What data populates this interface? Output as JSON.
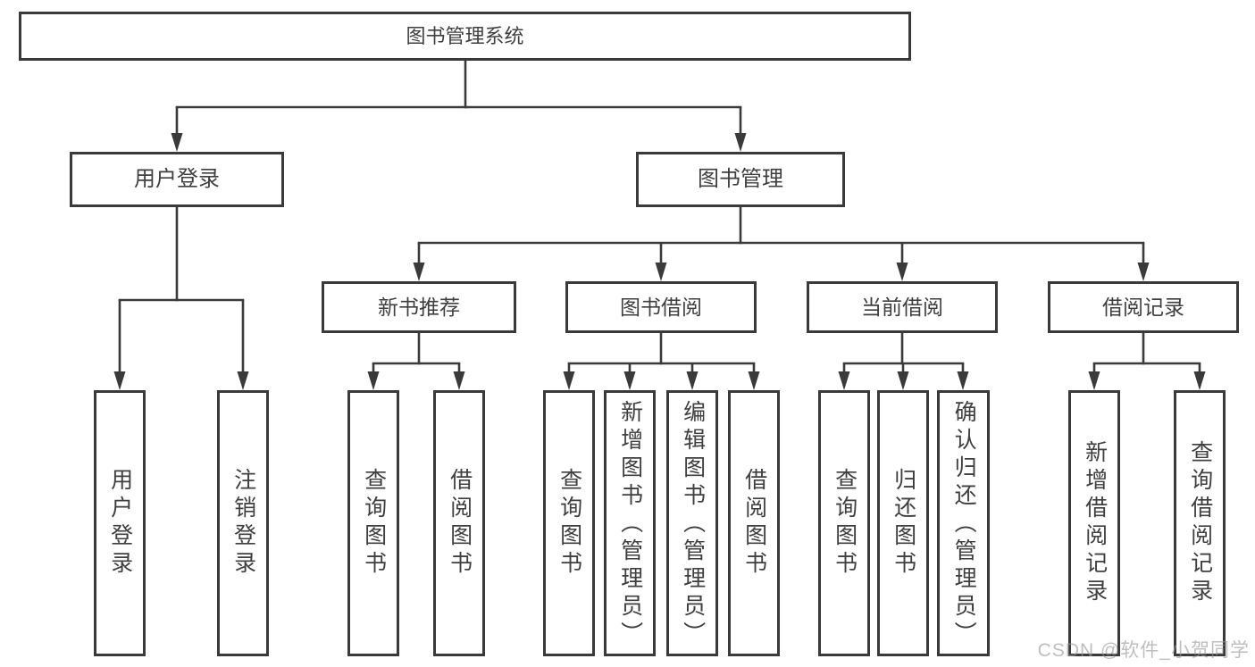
{
  "diagram_type": "hierarchy-tree",
  "colors": {
    "line": "#3a3a3a",
    "box_border": "#3a3a3a",
    "text": "#3f3f3f",
    "background": "#ffffff",
    "watermark_gray": "#bdbdbd"
  },
  "watermark": {
    "text": "CSDN @软件_小贺同学"
  },
  "tree": {
    "label": "图书管理系统",
    "children": [
      {
        "label": "用户登录",
        "children": [
          {
            "label": "用户登录"
          },
          {
            "label": "注销登录"
          }
        ]
      },
      {
        "label": "图书管理",
        "children": [
          {
            "label": "新书推荐",
            "children": [
              {
                "label": "查询图书"
              },
              {
                "label": "借阅图书"
              }
            ]
          },
          {
            "label": "图书借阅",
            "children": [
              {
                "label": "查询图书"
              },
              {
                "label": "新增图书（管理员）"
              },
              {
                "label": "编辑图书（管理员）"
              },
              {
                "label": "借阅图书"
              }
            ]
          },
          {
            "label": "当前借阅",
            "children": [
              {
                "label": "查询图书"
              },
              {
                "label": "归还图书"
              },
              {
                "label": "确认归还（管理员）"
              }
            ]
          },
          {
            "label": "借阅记录",
            "children": [
              {
                "label": "新增借阅记录"
              },
              {
                "label": "查询借阅记录"
              }
            ]
          }
        ]
      }
    ]
  }
}
